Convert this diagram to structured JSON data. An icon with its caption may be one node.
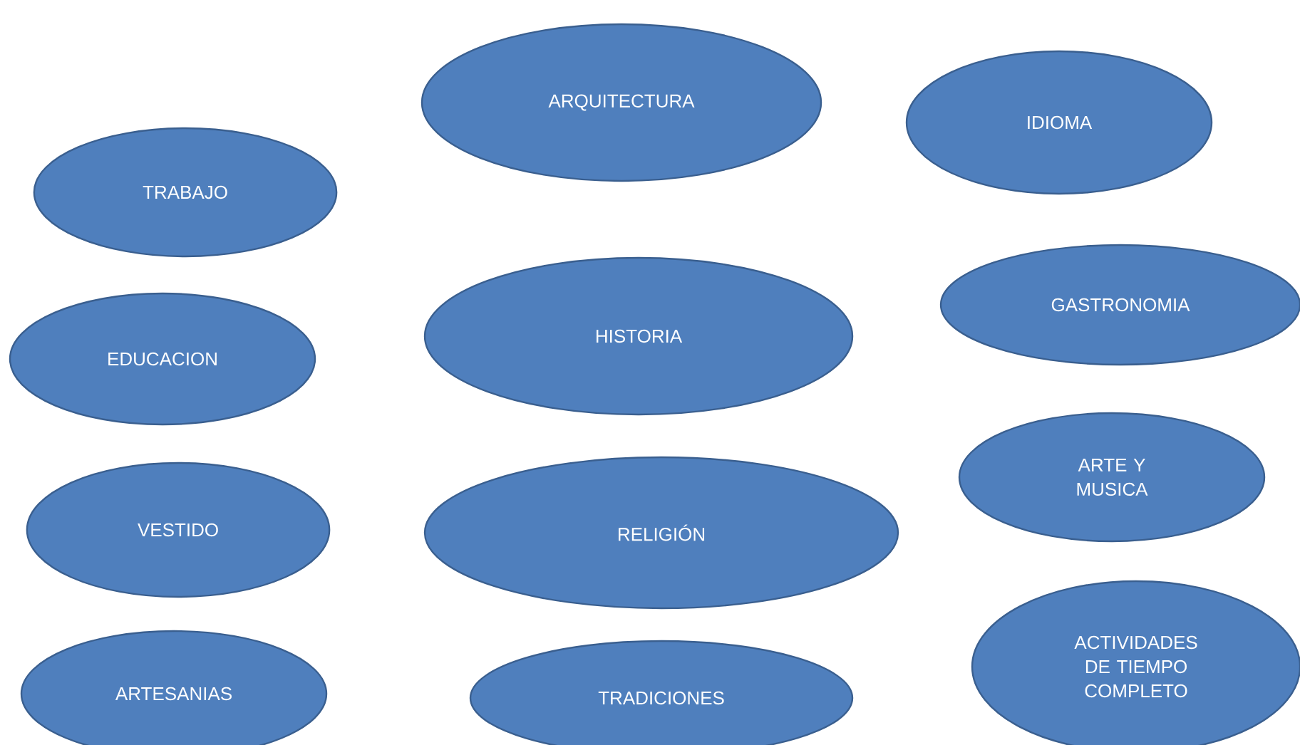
{
  "diagram": {
    "nodes": [
      {
        "text": [
          "ARQUITECTURA"
        ]
      },
      {
        "text": [
          "IDIOMA"
        ]
      },
      {
        "text": [
          "TRABAJO"
        ]
      },
      {
        "text": [
          "GASTRONOMIA"
        ]
      },
      {
        "text": [
          "HISTORIA"
        ]
      },
      {
        "text": [
          "EDUCACION"
        ]
      },
      {
        "text": [
          "ARTE Y MUSICA"
        ]
      },
      {
        "text": [
          "VESTIDO"
        ]
      },
      {
        "text": [
          "RELIGIÓN"
        ]
      },
      {
        "text": [
          "ACTIVIDADES DE TIEMPO COMPLETO"
        ]
      },
      {
        "text": [
          "ARTESANIAS"
        ]
      },
      {
        "text": [
          "TRADICIONES"
        ]
      }
    ]
  }
}
